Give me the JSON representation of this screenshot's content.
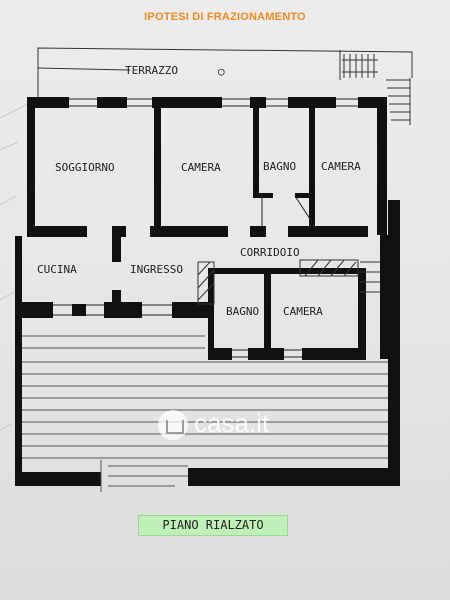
{
  "header": {
    "title": "IPOTESI DI FRAZIONAMENTO"
  },
  "plan": {
    "rooms": {
      "terrace": "TERRAZZO",
      "living": "SOGGIORNO",
      "bedroom_1": "CAMERA",
      "bathroom_1": "BAGNO",
      "bedroom_2": "CAMERA",
      "corridor": "CORRIDOIO",
      "kitchen": "CUCINA",
      "entrance": "INGRESSO",
      "bathroom_2": "BAGNO",
      "bedroom_3": "CAMERA"
    },
    "floor_label": "PIANO RIALZATO"
  },
  "watermark": {
    "text": "casa.it",
    "icon": "house-icon"
  }
}
